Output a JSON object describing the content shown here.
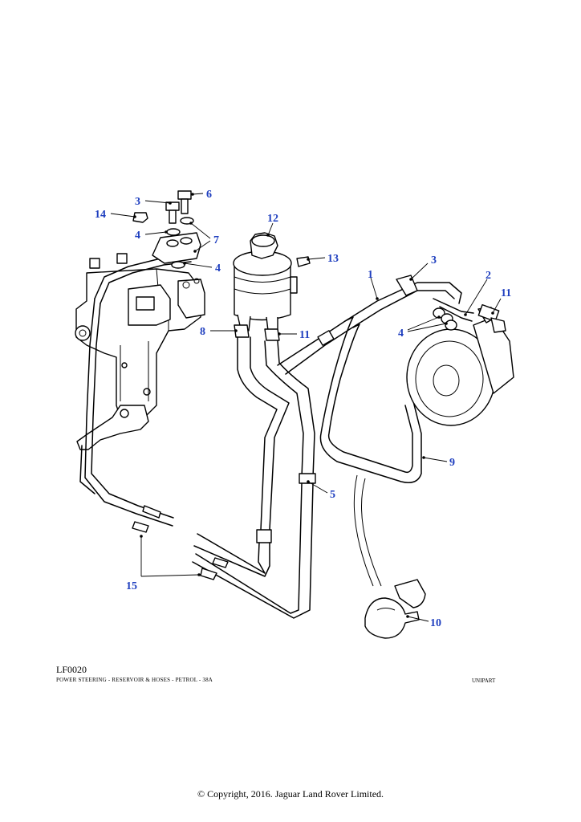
{
  "figure": {
    "code": "LF0020",
    "title": "POWER STEERING - RESERVOIR & HOSES - PETROL - 38A",
    "brand": "UNIPART"
  },
  "copyright": "© Copyright, 2016. Jaguar Land Rover Limited.",
  "callouts": [
    {
      "id": "6a",
      "label": "6"
    },
    {
      "id": "3a",
      "label": "3"
    },
    {
      "id": "14a",
      "label": "14"
    },
    {
      "id": "4a",
      "label": "4"
    },
    {
      "id": "7a",
      "label": "7"
    },
    {
      "id": "4b",
      "label": "4"
    },
    {
      "id": "12a",
      "label": "12"
    },
    {
      "id": "13a",
      "label": "13"
    },
    {
      "id": "8a",
      "label": "8"
    },
    {
      "id": "11a",
      "label": "11"
    },
    {
      "id": "1a",
      "label": "1"
    },
    {
      "id": "3b",
      "label": "3"
    },
    {
      "id": "2a",
      "label": "2"
    },
    {
      "id": "11b",
      "label": "11"
    },
    {
      "id": "4c",
      "label": "4"
    },
    {
      "id": "9a",
      "label": "9"
    },
    {
      "id": "5a",
      "label": "5"
    },
    {
      "id": "15a",
      "label": "15"
    },
    {
      "id": "10a",
      "label": "10"
    }
  ],
  "colors": {
    "callout": "#1f3fbf",
    "linework": "#000000",
    "background": "#ffffff"
  }
}
